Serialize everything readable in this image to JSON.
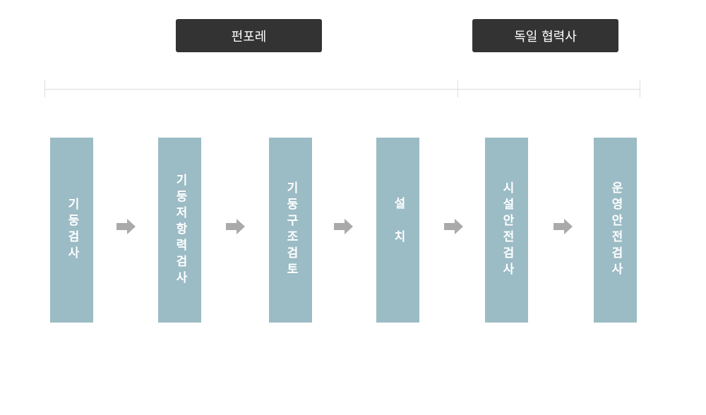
{
  "headers": [
    "펀포레",
    "독일 협력사"
  ],
  "steps": [
    "기둥검사",
    "기둥저항력검사",
    "기둥구조검토",
    "설치",
    "시설안전검사",
    "운영안전검사"
  ],
  "colors": {
    "header_bg": "#333333",
    "step_bg": "#9bbbc5",
    "arrow": "#aaaaaa",
    "line": "#dddddd"
  },
  "icons": {
    "arrow": "arrow-right-icon"
  }
}
